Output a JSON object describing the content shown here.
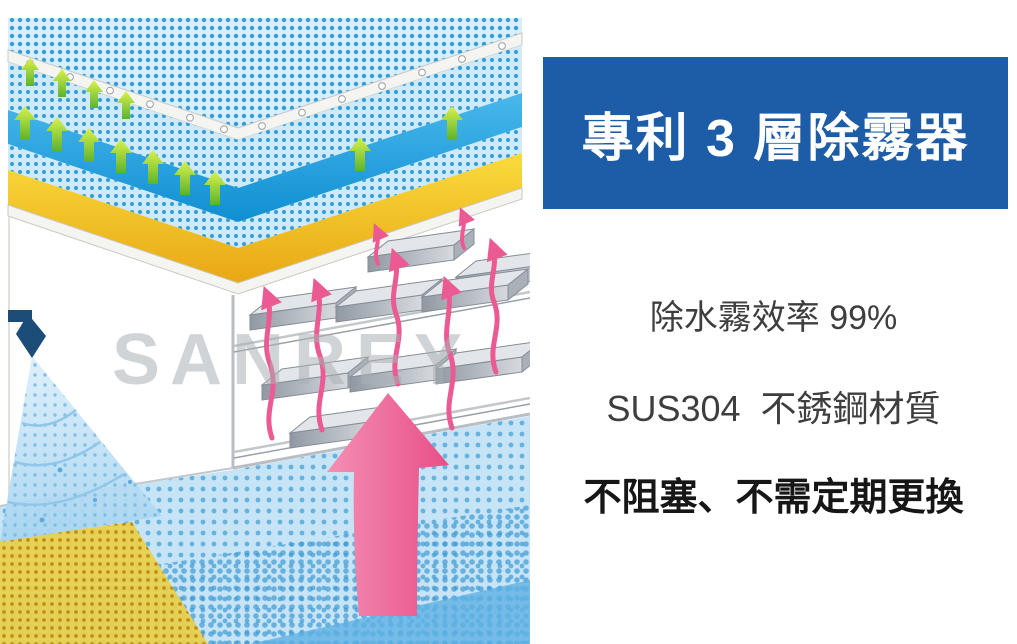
{
  "banner": {
    "title": "專利 3 層除霧器",
    "bg_color": "#1d5ca6",
    "text_color": "#ffffff"
  },
  "features": {
    "efficiency": "除水霧效率 99%",
    "material": "SUS304  不銹鋼材質",
    "maintenance": "不阻塞、不需定期更換"
  },
  "diagram": {
    "watermark": "SANREY",
    "colors": {
      "layer_blue": "#2aa9e1",
      "layer_yellow": "#f0bf16",
      "arrow_green": "#8cc63e",
      "arrow_pink": "#ee5f97",
      "blade_gray": "#b7bcc3",
      "water_blue": "#a9d6ef",
      "spray_blue": "#a6d4f0",
      "watermark_gray": "#aab0b5"
    }
  }
}
